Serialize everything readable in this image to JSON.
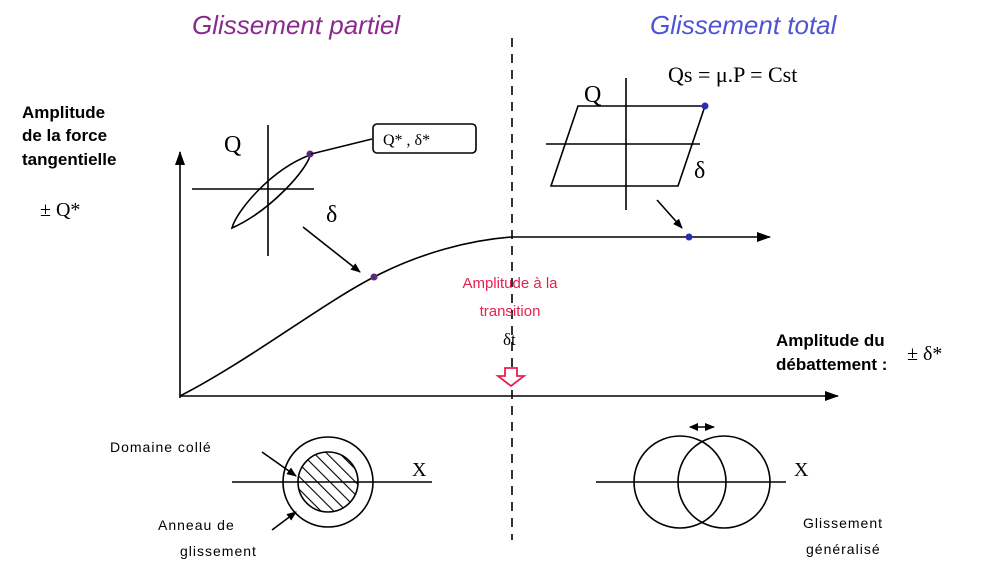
{
  "headings": {
    "partial_slip": "Glissement partiel",
    "total_slip": "Glissement total"
  },
  "colors": {
    "partial_heading": "#8B2A8E",
    "total_heading": "#4F54D6",
    "transition_text": "#E8204F",
    "marker_purple": "#5B2A7A",
    "marker_blue": "#2830B0"
  },
  "y_axis_label": {
    "line1": "Amplitude",
    "line2": "de la force",
    "line3": "tangentielle",
    "symbol": "± Q*"
  },
  "x_axis_label": {
    "line1": "Amplitude du",
    "line2": "débattement :",
    "symbol": "± δ*"
  },
  "partial_loop": {
    "q_label": "Q",
    "delta_label": "δ",
    "callout": "Q* , δ*"
  },
  "total_loop": {
    "q_label": "Q",
    "delta_label": "δ",
    "equation": "Qs = μ.P = Cst"
  },
  "transition": {
    "line1": "Amplitude à la",
    "line2": "transition",
    "symbol": "δt"
  },
  "contact_partial": {
    "stuck_zone": "Domaine collé",
    "annulus_line1": "Anneau de",
    "annulus_line2": "glissement",
    "axis_label": "X"
  },
  "contact_total": {
    "axis_label": "X",
    "label_line1": "Glissement",
    "label_line2": "généralisé"
  }
}
